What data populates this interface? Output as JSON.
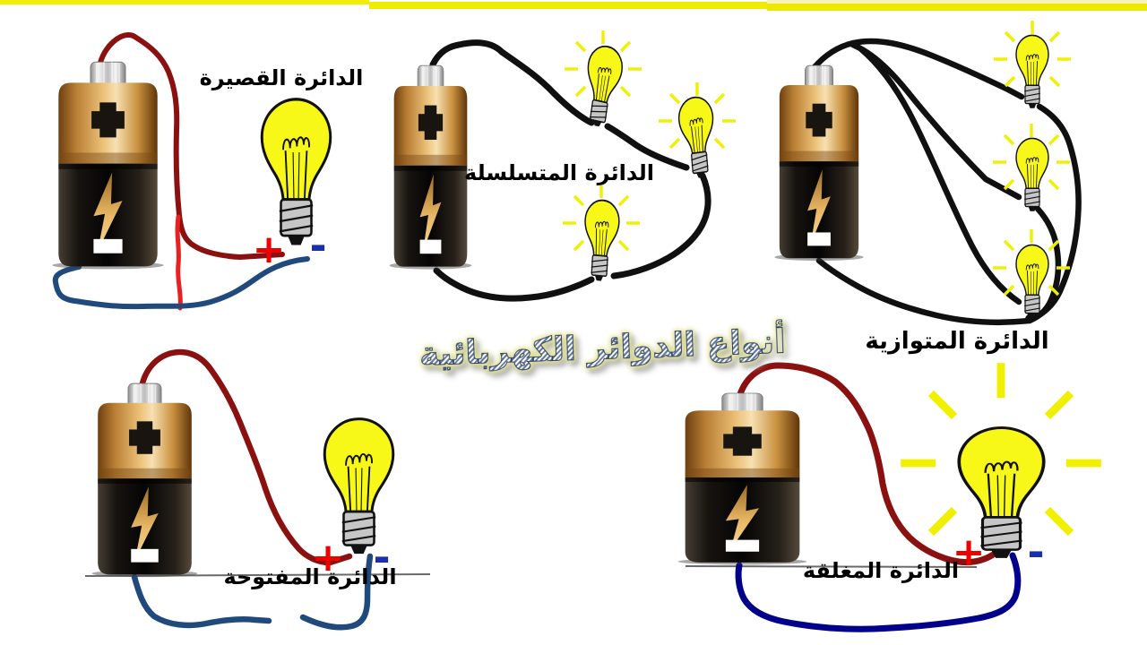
{
  "title": {
    "text": "أنواع الدوائر الكهربائية"
  },
  "circuits": {
    "short": {
      "label": "الدائرة القصيرة"
    },
    "series": {
      "label": "الدائرة المتسلسلة"
    },
    "parallel": {
      "label": "الدائرة المتوازية"
    },
    "open": {
      "label": "الدائرة المفتوحة"
    },
    "closed": {
      "label": "الدائرة المغلقة"
    }
  },
  "terminals": {
    "plus": "+",
    "minus": "-"
  },
  "colors": {
    "highlight_bar": "#f2ee00",
    "wire_dark_red": "#8b1010",
    "wire_bright_red": "#e82020",
    "wire_steel_blue": "#20497c",
    "wire_navy": "#00008b",
    "wire_black": "#101010",
    "bulb_yellow": "#f8f818",
    "plus_red": "#ee0000",
    "minus_blue": "#1a2fb0",
    "title_fill": "#64789e",
    "title_glow": "#e6e694"
  }
}
